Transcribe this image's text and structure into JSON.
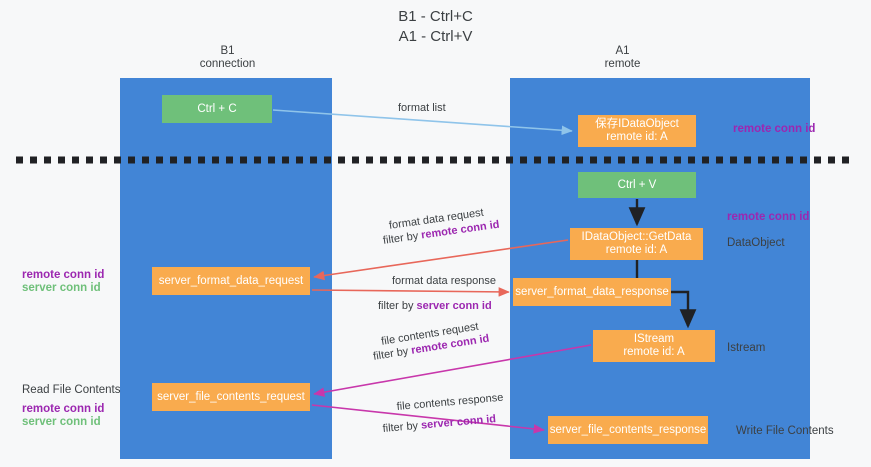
{
  "diagram": {
    "title": "B1 - Ctrl+C\nA1 - Ctrl+V",
    "lanes": [
      {
        "key": "b1",
        "label": "B1\nconnection"
      },
      {
        "key": "a1",
        "label": "A1\nremote"
      }
    ],
    "nodes": {
      "ctrl_c": "Ctrl + C",
      "save_idataobject": "保存IDataObject\nremote id: A",
      "ctrl_v": "Ctrl + V",
      "getdata": "IDataObject::GetData\nremote id: A",
      "server_format_data_request": "server_format_data_request",
      "server_format_data_response": "server_format_data_response",
      "istream": "IStream\nremote id: A",
      "server_file_contents_request": "server_file_contents_request",
      "server_file_contents_response": "server_file_contents_response"
    },
    "edge_labels": {
      "format_list": "format list",
      "format_data_request": "format data request",
      "format_data_request_filter_prefix": "filter by ",
      "format_data_request_filter_key": "remote conn id",
      "format_data_response": "format data response",
      "format_data_response_filter_prefix": "filter by ",
      "format_data_response_filter_key": "server conn id",
      "file_contents_request": "file contents request",
      "file_contents_request_filter_prefix": "filter by ",
      "file_contents_request_filter_key": "remote conn id",
      "file_contents_response": "file contents response",
      "file_contents_response_filter_prefix": "filter by ",
      "file_contents_response_filter_key": "server conn id"
    },
    "right_notes": {
      "remote_conn_id_top": "remote conn id",
      "remote_conn_id_mid": "remote conn id",
      "dataobject": "DataObject",
      "istream": "Istream",
      "write_file_contents": "Write File Contents"
    },
    "left_notes": {
      "remote_conn_id": "remote conn id",
      "server_conn_id": "server conn id",
      "read_file_contents": "Read File Contents",
      "remote_conn_id_2": "remote conn id",
      "server_conn_id_2": "server conn id"
    },
    "colors": {
      "lane": "#4285d6",
      "green_node": "#6fc07a",
      "orange_node": "#f9ab4e",
      "purple_text": "#9c27b0",
      "green_text": "#6fc07a",
      "blue_arrow": "#8fc4ea",
      "red_arrow": "#e8675a",
      "magenta_arrow": "#c837ab",
      "black_arrow": "#202124",
      "background": "#f7f8f9"
    }
  }
}
